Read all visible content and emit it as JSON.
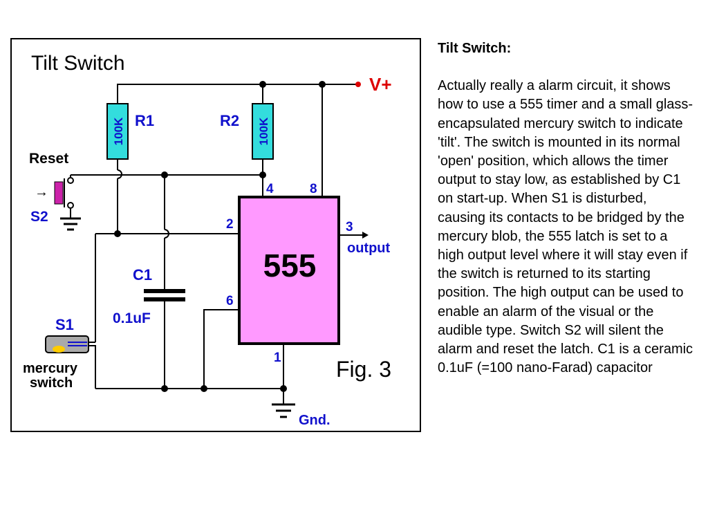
{
  "figure": {
    "title": "Tilt Switch",
    "fig_label": "Fig. 3",
    "vplus_label": "V+",
    "gnd_label": "Gnd.",
    "r1_label": "R1",
    "r1_value": "100K",
    "r2_label": "R2",
    "r2_value": "100K",
    "reset_label": "Reset",
    "s2_label": "S2",
    "c1_label": "C1",
    "c1_value": "0.1uF",
    "s1_label": "S1",
    "mercury_line1": "mercury",
    "mercury_line2": "switch",
    "ic_label": "555",
    "pin4": "4",
    "pin8": "8",
    "pin2": "2",
    "pin6": "6",
    "pin3": "3",
    "pin1": "1",
    "output_label": "output",
    "arrow_glyph": "→",
    "colors": {
      "ic_fill": "#ff99ff",
      "resistor_fill": "#33dddd",
      "label_blue": "#1010cc",
      "vplus_red": "#dd0000",
      "switch_magenta": "#cc22aa"
    }
  },
  "description": {
    "heading": "Tilt Switch:",
    "body": "Actually really a alarm circuit, it shows how to use a 555 timer and a small glass-encapsulated mercury switch to indicate 'tilt'. The switch is mounted in its normal 'open' position, which allows the timer output to stay low, as established by C1 on start-up. When S1 is disturbed, causing its contacts to be bridged by the mercury blob, the 555 latch is set to a high output level where it will stay even if the switch is returned to its starting position. The high output can be used to enable an alarm of the visual or the audible type. Switch S2 will silent the alarm and reset the latch. C1 is a ceramic 0.1uF (=100 nano-Farad) capacitor"
  }
}
